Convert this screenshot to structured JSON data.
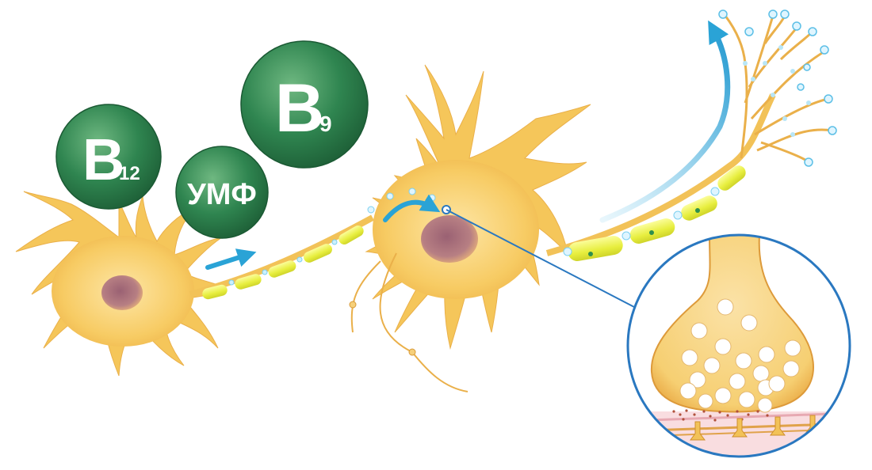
{
  "badges": {
    "b12": {
      "letter": "B",
      "sub": "12"
    },
    "ump": {
      "text": "УМФ"
    },
    "b9": {
      "letter": "B",
      "sub": "9"
    }
  },
  "colors": {
    "badge_green": "#2e7d4a",
    "badge_green_light": "#5fa870",
    "neuron_body": "#f5c65a",
    "neuron_light": "#fbe3a0",
    "nucleus": "#a86a7a",
    "myelin": "#eef25a",
    "arrow_blue": "#2aa3d6",
    "zoom_ring": "#2a78c0",
    "vesicle": "#ffffff",
    "membrane": "#f6c9cf"
  },
  "icons": [
    "signal-arrow-icon",
    "vitamin-badge-icon",
    "synapse-zoom-icon"
  ]
}
